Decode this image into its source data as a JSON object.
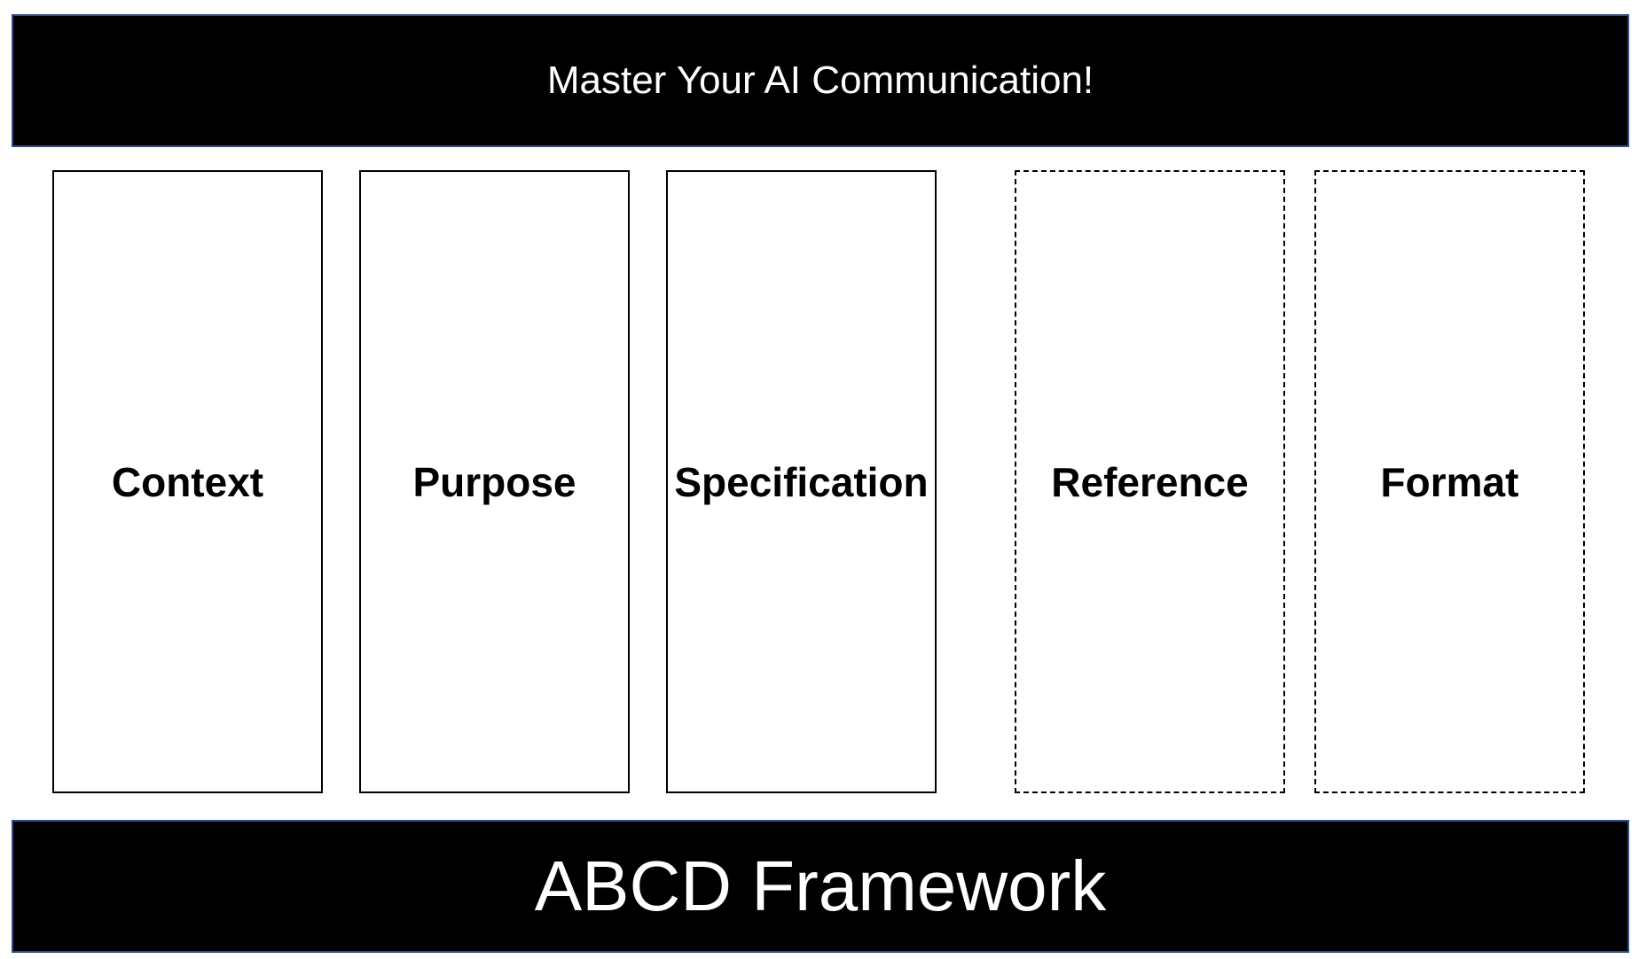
{
  "header": {
    "text": "Master Your AI Communication!"
  },
  "footer": {
    "text": "ABCD Framework"
  },
  "boxes": [
    {
      "label": "Context",
      "style": "solid"
    },
    {
      "label": "Purpose",
      "style": "solid"
    },
    {
      "label": "Specification",
      "style": "solid"
    },
    {
      "label": "Reference",
      "style": "dashed"
    },
    {
      "label": "Format",
      "style": "dashed"
    }
  ],
  "colors": {
    "banner_background": "#000000",
    "banner_text": "#ffffff",
    "banner_border": "#2f4f86",
    "box_border": "#000000"
  }
}
